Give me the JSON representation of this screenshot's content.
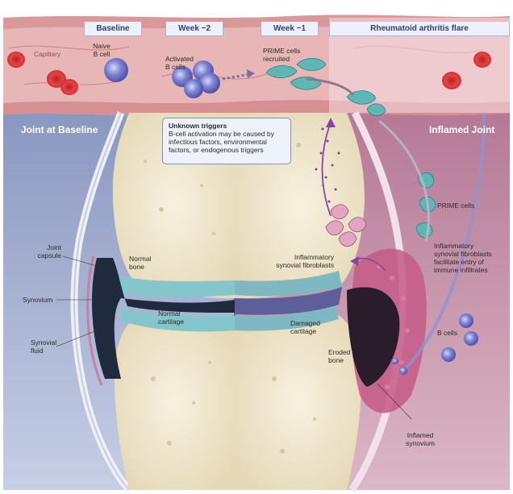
{
  "timeline": {
    "baseline": "Baseline",
    "week_minus_2": "Week −2",
    "week_minus_1": "Week −1",
    "flare": "Rheumatoid arthritis flare"
  },
  "vessel_labels": {
    "capillary": "Capillary",
    "naive_b_cell": "Naive\nB cell",
    "activated_b_cells": "Activated\nB cells",
    "prime_recruited": "PRIME cells\nrecruited"
  },
  "panels": {
    "left_title": "Joint at Baseline",
    "right_title": "Inflamed Joint"
  },
  "callout": {
    "title": "Unknown triggers",
    "body": "B-cell activation may be caused by infectious factors, environmental factors, or endogenous triggers"
  },
  "left_labels": {
    "joint_capsule": "Joint\ncapsule",
    "synovium": "Synovium",
    "synovial_fluid": "Synovial\nfluid",
    "normal_bone": "Normal\nbone",
    "normal_cartilage": "Normal\ncartilage"
  },
  "right_labels": {
    "inflammatory_fibroblasts": "Inflammatory\nsynovial fibroblasts",
    "prime_cells": "PRIME cells",
    "facilitate_entry": "Inflammatory\nsynovial fibroblasts\nfacilitate entry of\nimmune infiltrates",
    "damaged_cartilage": "Damaged\ncartilage",
    "eroded_bone": "Eroded\nbone",
    "b_cells": "B cells",
    "inflamed_synovium": "Inflamed\nsynovium"
  },
  "colors": {
    "vessel": "#e8aeb0",
    "left_background": "#aeb9d6",
    "right_background": "#c89ab2",
    "bone": "#efe6cf",
    "cartilage": "#7fc3c8",
    "synovial_fluid": "#1f2a3e",
    "b_cell": "#6f72c8",
    "prime_cell": "#4fa8a8",
    "red_blood_cell": "#d63a3a"
  }
}
